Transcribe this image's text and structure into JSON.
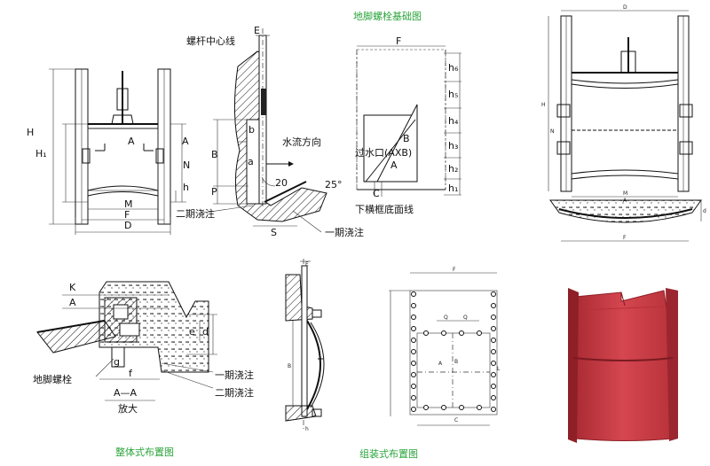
{
  "captions": {
    "anchor_foundation": "地脚螺栓基础图",
    "integral_layout": "整体式布置图",
    "assembled_layout": "组装式布置图"
  },
  "labels": {
    "screw_centerline": "螺杆中心线",
    "flow_direction": "水流方向",
    "secondary_pour": "二期浇注",
    "primary_pour": "一期浇注",
    "bottom_frame_line": "下横框底面线",
    "opening": "过水口(AXB)",
    "anchor_bolt": "地脚螺栓",
    "section_aa": "A—A",
    "enlarged": "放大",
    "angle_25": "25°",
    "num_20": "20"
  },
  "dims": {
    "H": "H",
    "H1": "H₁",
    "M": "M",
    "F": "F",
    "D": "D",
    "N": "N",
    "A": "A",
    "h": "h",
    "E": "E",
    "b": "b",
    "a": "a",
    "P": "P",
    "S": "S",
    "B": "B",
    "C": "C",
    "h1": "h₁",
    "h2": "h₂",
    "h3": "h₃",
    "h4": "h₄",
    "h5": "h₅",
    "h6": "h₆",
    "K": "K",
    "e": "e",
    "d": "d",
    "g": "g",
    "f": "f",
    "Q": "Q",
    "L": "L"
  },
  "colors": {
    "caption": "#2aa43a",
    "gate_red": "#c8373f",
    "gate_dark": "#8e1f27"
  }
}
